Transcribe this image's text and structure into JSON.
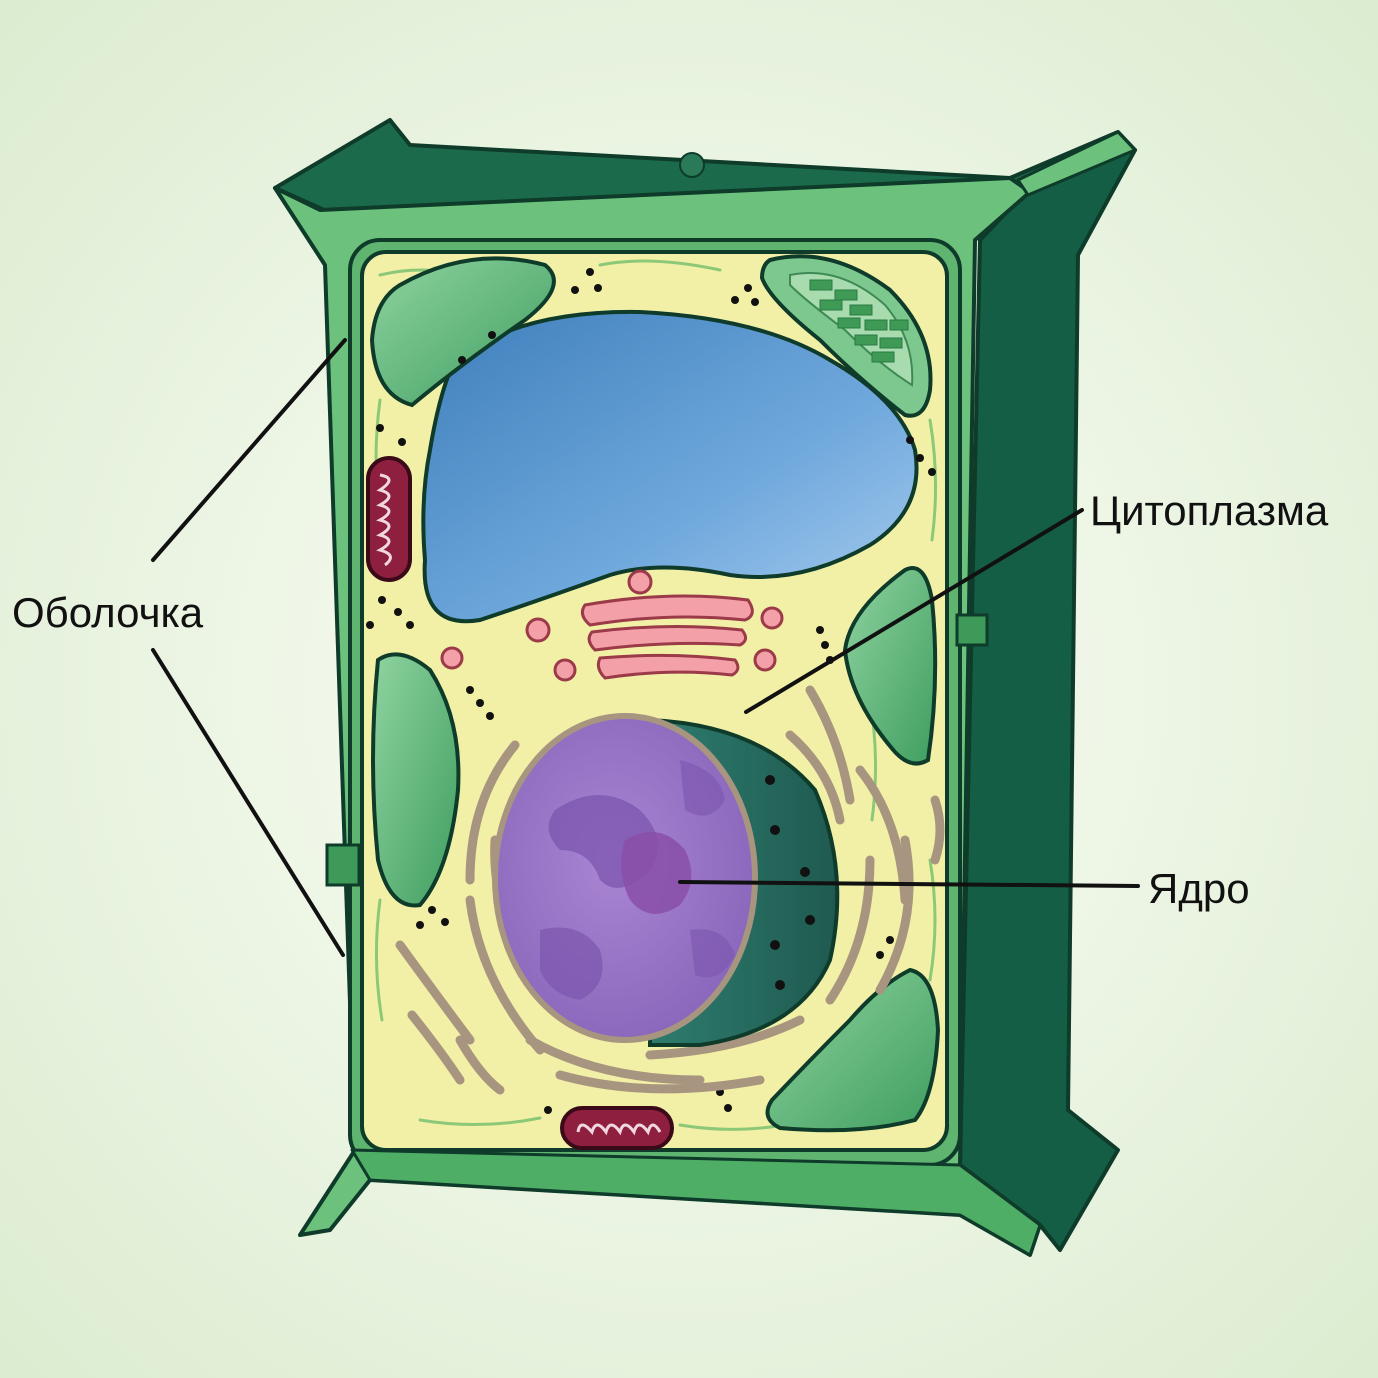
{
  "labels": {
    "membrane": "Оболочка",
    "cytoplasm": "Цитоплазма",
    "nucleus": "Ядро"
  },
  "colors": {
    "cell_wall_dark": "#135e44",
    "cell_wall_light": "#6cc27c",
    "cell_wall_mid": "#4fae66",
    "cytoplasm": "#f2f0a6",
    "vacuole": "#4f8fc8",
    "chloroplast": "#5fba7a",
    "mitochondrion": "#8f1f3f",
    "golgi": "#f3a0a8",
    "nucleus": "#9a78c8",
    "nuclear_envelope": "#2f7a6c",
    "reticulum": "#a89580",
    "leader_line": "#111111"
  }
}
